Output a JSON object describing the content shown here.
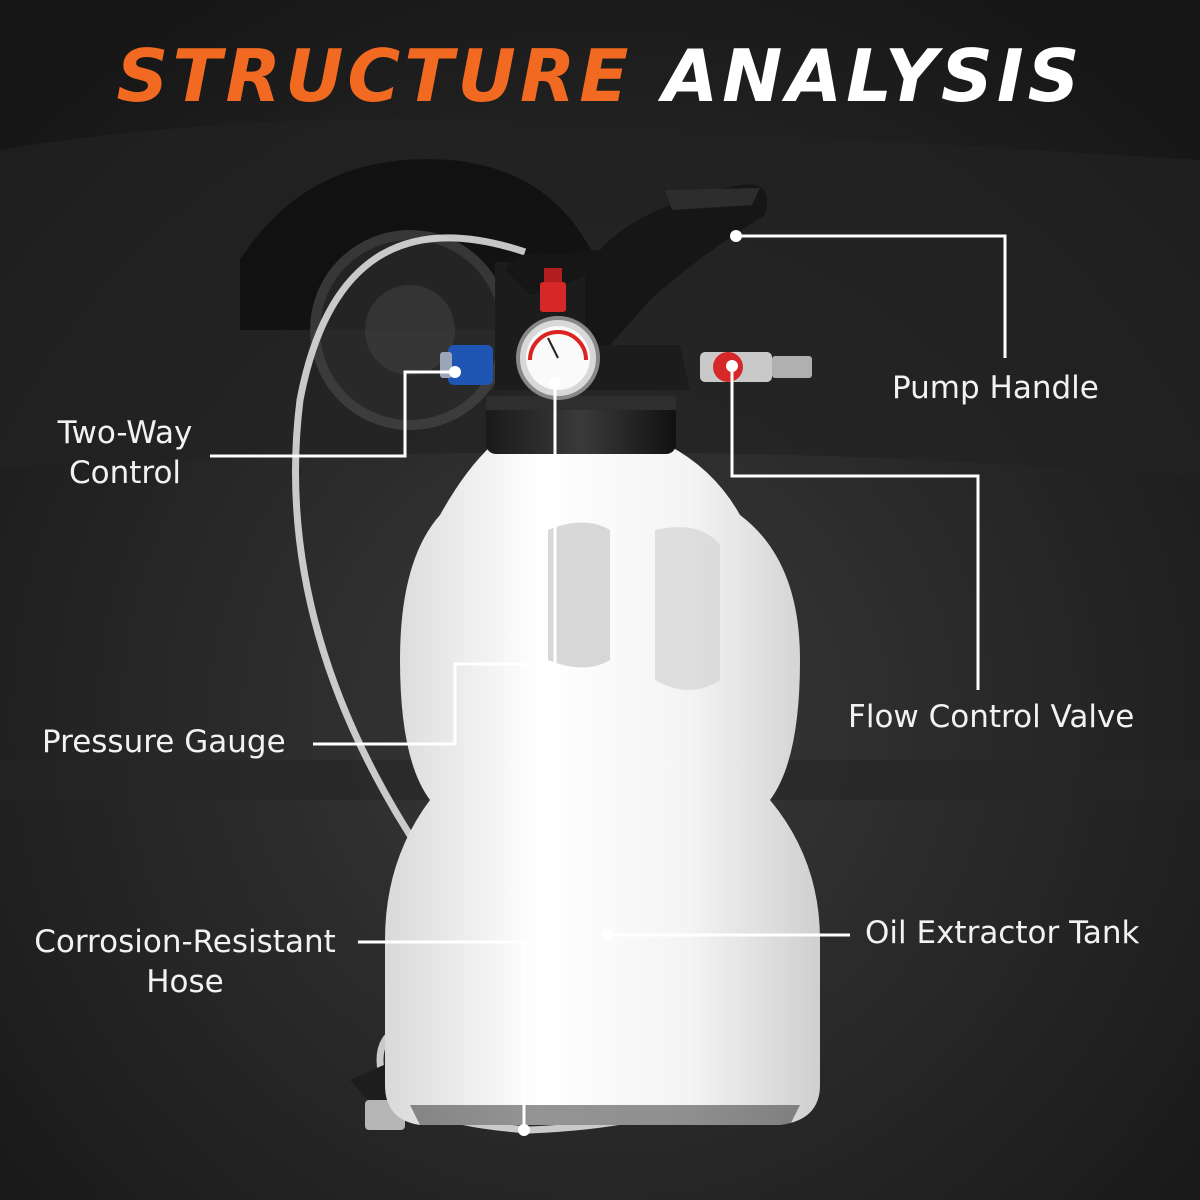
{
  "header": {
    "title_part1": "STRUCTURE",
    "title_part2": "ANALYSIS",
    "accent_color": "#f26a21"
  },
  "callouts": {
    "pump_handle": "Pump Handle",
    "two_way_control": [
      "Two-Way",
      "Control"
    ],
    "flow_control_valve": "Flow Control Valve",
    "pressure_gauge": "Pressure Gauge",
    "oil_extractor_tank": "Oil Extractor Tank",
    "corrosion_resistant_hose": [
      "Corrosion-Resistant",
      "Hose"
    ]
  }
}
